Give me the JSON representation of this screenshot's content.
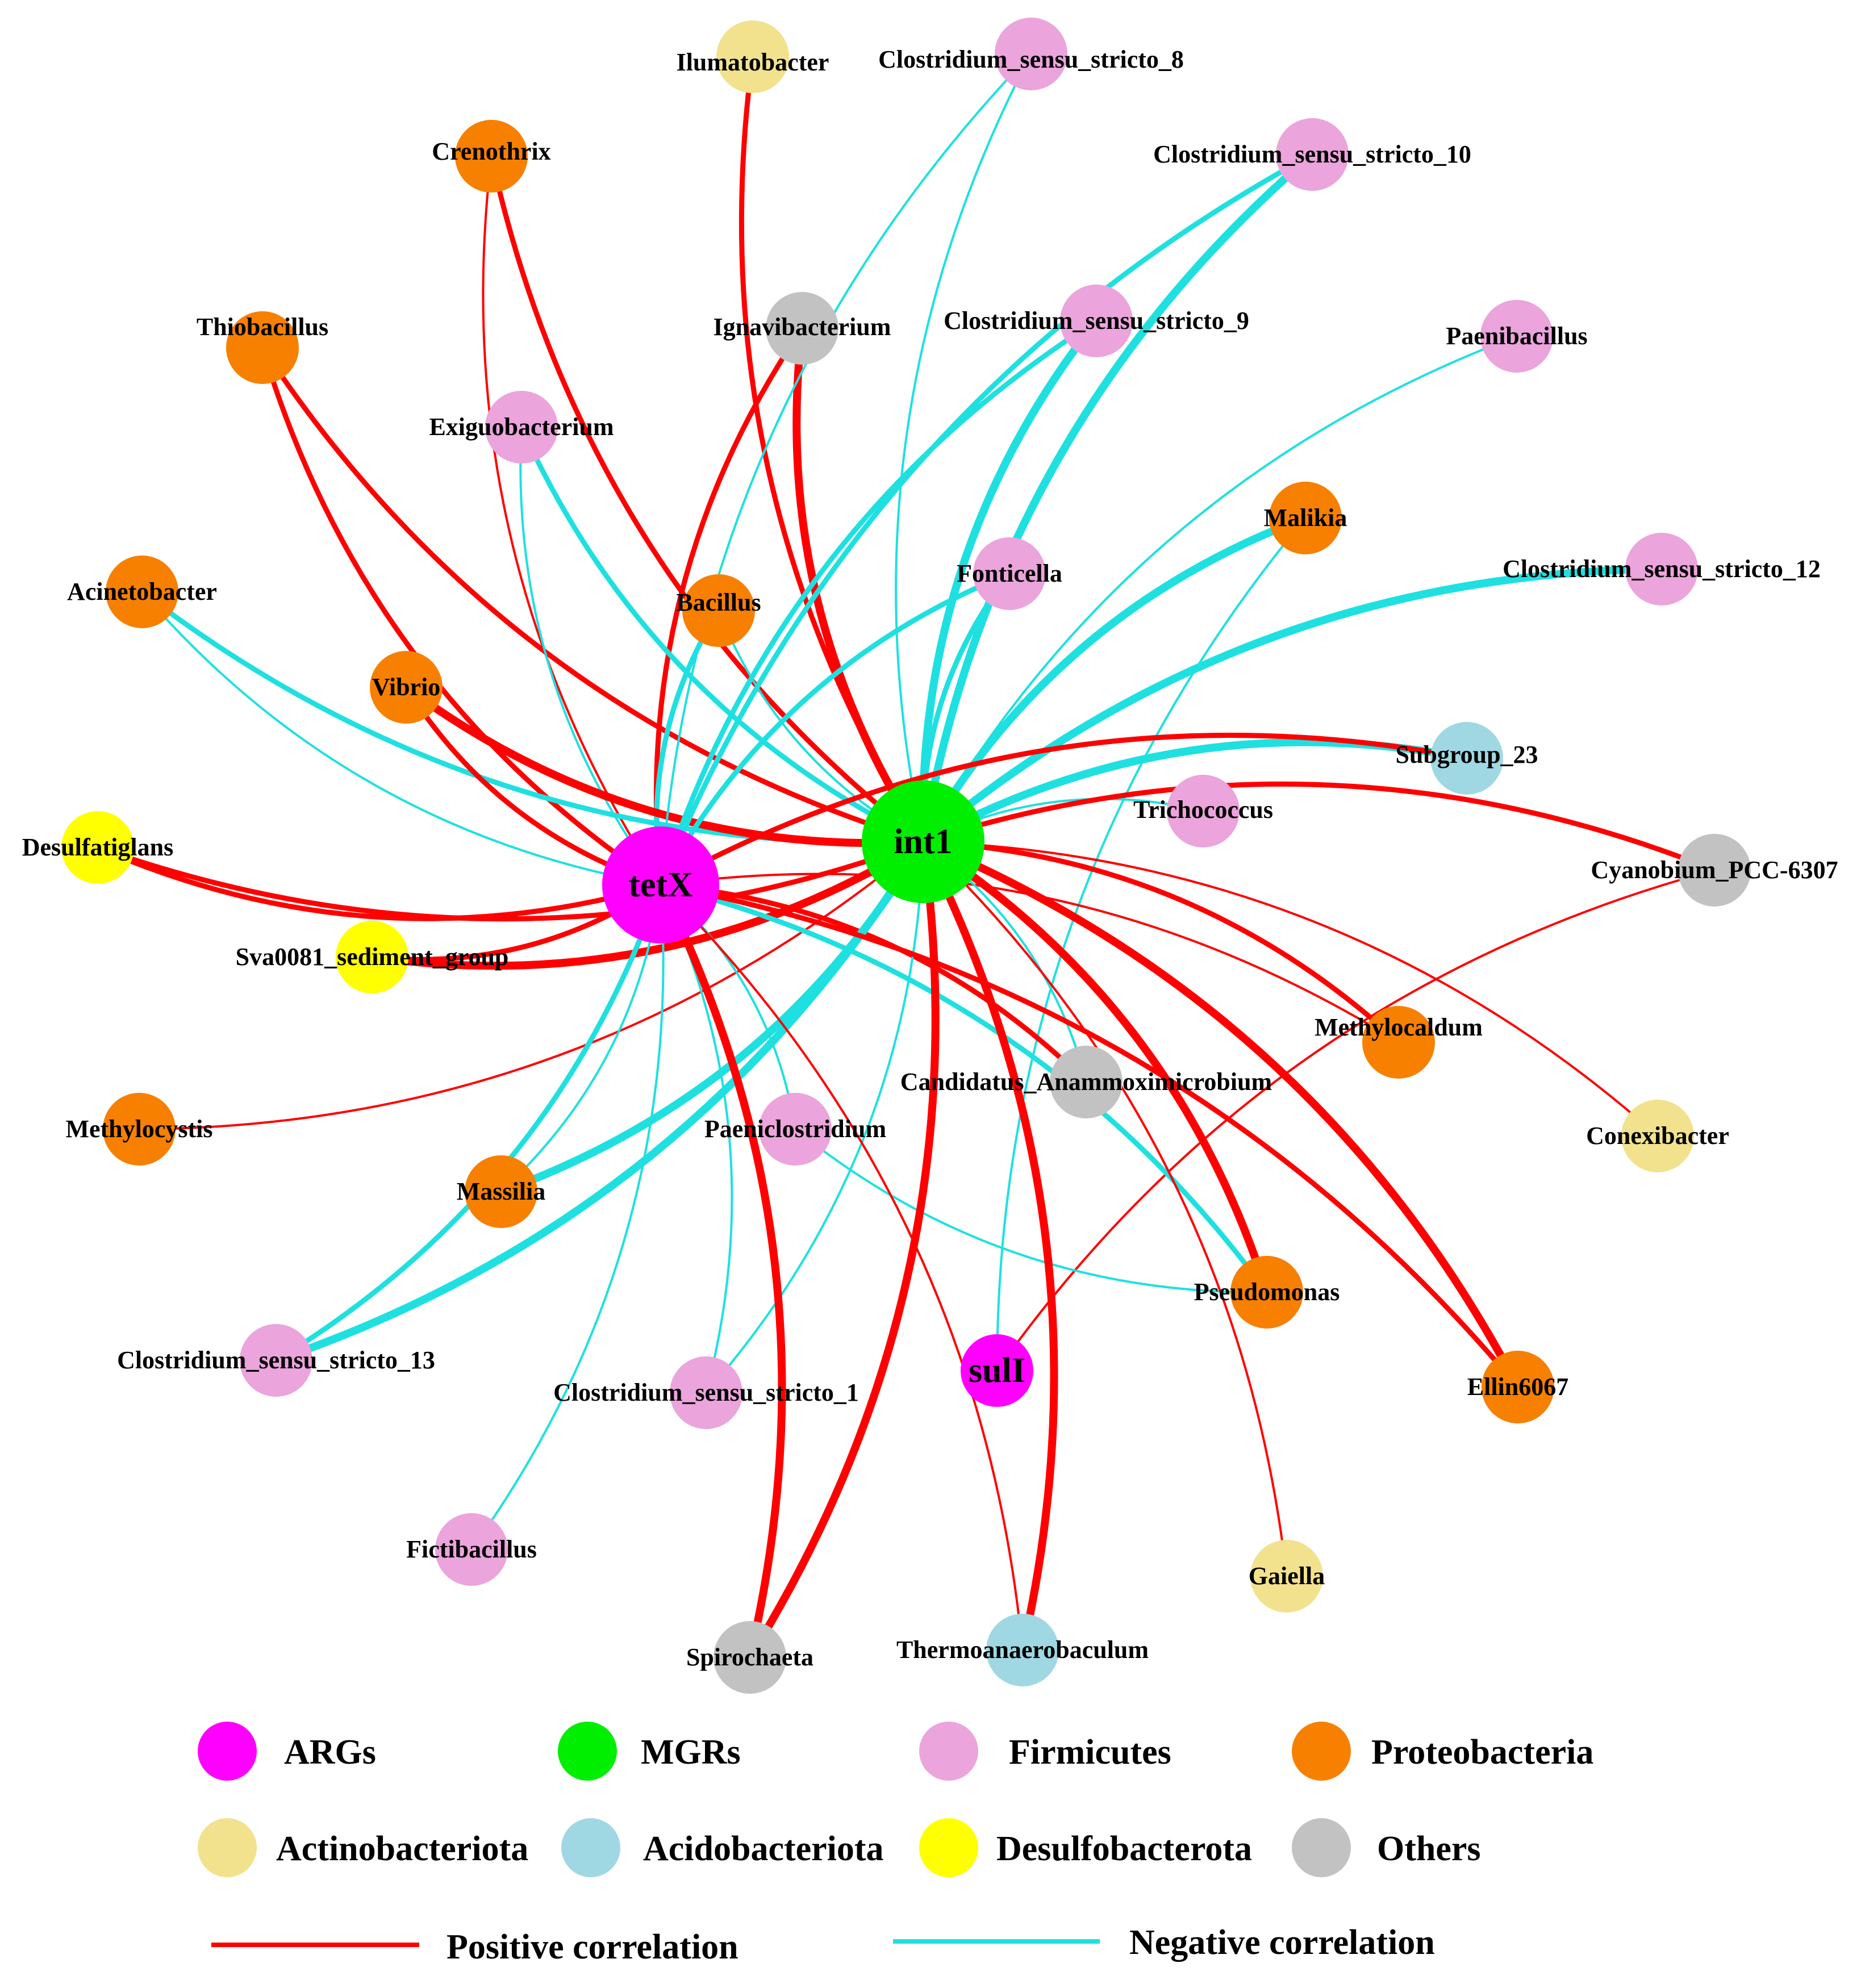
{
  "colors": {
    "ARGs": "#ff00ff",
    "MGRs": "#00ee00",
    "Firmicutes": "#eba4dc",
    "Proteobacteria": "#f78000",
    "Actinobacteriota": "#f2e28e",
    "Acidobacteriota": "#9fd8e3",
    "Desulfobacterota": "#ffff00",
    "Others": "#c2c2c2",
    "positive": "#ff0000",
    "negative": "#1fe0e0"
  },
  "nodes": [
    {
      "id": "tetX",
      "label": "tetX",
      "group": "ARGs"
    },
    {
      "id": "int1",
      "label": "int1",
      "group": "MGRs"
    },
    {
      "id": "sulI",
      "label": "sulI",
      "group": "ARGs"
    },
    {
      "id": "ilumatobacter",
      "label": "Ilumatobacter",
      "group": "Actinobacteriota"
    },
    {
      "id": "cs8",
      "label": "Clostridium_sensu_stricto_8",
      "group": "Firmicutes"
    },
    {
      "id": "crenothrix",
      "label": "Crenothrix",
      "group": "Proteobacteria"
    },
    {
      "id": "cs10",
      "label": "Clostridium_sensu_stricto_10",
      "group": "Firmicutes"
    },
    {
      "id": "thiobacillus",
      "label": "Thiobacillus",
      "group": "Proteobacteria"
    },
    {
      "id": "ignavibacterium",
      "label": "Ignavibacterium",
      "group": "Others"
    },
    {
      "id": "cs9",
      "label": "Clostridium_sensu_stricto_9",
      "group": "Firmicutes"
    },
    {
      "id": "paenibacillus",
      "label": "Paenibacillus",
      "group": "Firmicutes"
    },
    {
      "id": "exiguobacterium",
      "label": "Exiguobacterium",
      "group": "Firmicutes"
    },
    {
      "id": "malikia",
      "label": "Malikia",
      "group": "Proteobacteria"
    },
    {
      "id": "acinetobacter",
      "label": "Acinetobacter",
      "group": "Proteobacteria"
    },
    {
      "id": "bacillus",
      "label": "Bacillus",
      "group": "Proteobacteria"
    },
    {
      "id": "fonticella",
      "label": "Fonticella",
      "group": "Firmicutes"
    },
    {
      "id": "cs12",
      "label": "Clostridium_sensu_stricto_12",
      "group": "Firmicutes"
    },
    {
      "id": "vibrio",
      "label": "Vibrio",
      "group": "Proteobacteria"
    },
    {
      "id": "subgroup23",
      "label": "Subgroup_23",
      "group": "Acidobacteriota"
    },
    {
      "id": "desulfatiglans",
      "label": "Desulfatiglans",
      "group": "Desulfobacterota"
    },
    {
      "id": "trichococcus",
      "label": "Trichococcus",
      "group": "Firmicutes"
    },
    {
      "id": "cyanobium",
      "label": "Cyanobium_PCC-6307",
      "group": "Others"
    },
    {
      "id": "sva0081",
      "label": "Sva0081_sediment_group",
      "group": "Desulfobacterota"
    },
    {
      "id": "methylocaldum",
      "label": "Methylocaldum",
      "group": "Proteobacteria"
    },
    {
      "id": "candidatus",
      "label": "Candidatus_Anammoximicrobium",
      "group": "Others"
    },
    {
      "id": "methylocystis",
      "label": "Methylocystis",
      "group": "Proteobacteria"
    },
    {
      "id": "paeniclostridium",
      "label": "Paeniclostridium",
      "group": "Firmicutes"
    },
    {
      "id": "conexibacter",
      "label": "Conexibacter",
      "group": "Actinobacteriota"
    },
    {
      "id": "massilia",
      "label": "Massilia",
      "group": "Proteobacteria"
    },
    {
      "id": "pseudomonas",
      "label": "Pseudomonas",
      "group": "Proteobacteria"
    },
    {
      "id": "cs13",
      "label": "Clostridium_sensu_stricto_13",
      "group": "Firmicutes"
    },
    {
      "id": "cs1",
      "label": "Clostridium_sensu_stricto_1",
      "group": "Firmicutes"
    },
    {
      "id": "ellin6067",
      "label": "Ellin6067",
      "group": "Proteobacteria"
    },
    {
      "id": "fictibacillus",
      "label": "Fictibacillus",
      "group": "Firmicutes"
    },
    {
      "id": "gaiella",
      "label": "Gaiella",
      "group": "Actinobacteriota"
    },
    {
      "id": "spirochaeta",
      "label": "Spirochaeta",
      "group": "Others"
    },
    {
      "id": "thermoanaerobaculum",
      "label": "Thermoanaerobaculum",
      "group": "Acidobacteriota"
    }
  ],
  "edges": [
    {
      "source": "ilumatobacter",
      "target": "int1",
      "sign": "positive",
      "weight": 3
    },
    {
      "source": "crenothrix",
      "target": "int1",
      "sign": "positive",
      "weight": 3
    },
    {
      "source": "crenothrix",
      "target": "tetX",
      "sign": "positive",
      "weight": 1
    },
    {
      "source": "thiobacillus",
      "target": "tetX",
      "sign": "positive",
      "weight": 3
    },
    {
      "source": "thiobacillus",
      "target": "int1",
      "sign": "positive",
      "weight": 3
    },
    {
      "source": "ignavibacterium",
      "target": "int1",
      "sign": "positive",
      "weight": 4
    },
    {
      "source": "ignavibacterium",
      "target": "tetX",
      "sign": "positive",
      "weight": 3
    },
    {
      "source": "exiguobacterium",
      "target": "int1",
      "sign": "negative",
      "weight": 3
    },
    {
      "source": "exiguobacterium",
      "target": "tetX",
      "sign": "negative",
      "weight": 1
    },
    {
      "source": "acinetobacter",
      "target": "int1",
      "sign": "negative",
      "weight": 3
    },
    {
      "source": "acinetobacter",
      "target": "tetX",
      "sign": "negative",
      "weight": 1
    },
    {
      "source": "bacillus",
      "target": "tetX",
      "sign": "negative",
      "weight": 3
    },
    {
      "source": "bacillus",
      "target": "int1",
      "sign": "negative",
      "weight": 1
    },
    {
      "source": "vibrio",
      "target": "int1",
      "sign": "positive",
      "weight": 4
    },
    {
      "source": "vibrio",
      "target": "tetX",
      "sign": "positive",
      "weight": 3
    },
    {
      "source": "desulfatiglans",
      "target": "int1",
      "sign": "positive",
      "weight": 3
    },
    {
      "source": "desulfatiglans",
      "target": "tetX",
      "sign": "positive",
      "weight": 3
    },
    {
      "source": "sva0081",
      "target": "int1",
      "sign": "positive",
      "weight": 4
    },
    {
      "source": "sva0081",
      "target": "tetX",
      "sign": "positive",
      "weight": 3
    },
    {
      "source": "methylocystis",
      "target": "int1",
      "sign": "positive",
      "weight": 1
    },
    {
      "source": "cs8",
      "target": "int1",
      "sign": "negative",
      "weight": 1
    },
    {
      "source": "cs8",
      "target": "tetX",
      "sign": "negative",
      "weight": 1
    },
    {
      "source": "cs10",
      "target": "int1",
      "sign": "negative",
      "weight": 4
    },
    {
      "source": "cs10",
      "target": "tetX",
      "sign": "negative",
      "weight": 3
    },
    {
      "source": "cs9",
      "target": "int1",
      "sign": "negative",
      "weight": 4
    },
    {
      "source": "cs9",
      "target": "tetX",
      "sign": "negative",
      "weight": 3
    },
    {
      "source": "paenibacillus",
      "target": "int1",
      "sign": "negative",
      "weight": 1
    },
    {
      "source": "fonticella",
      "target": "int1",
      "sign": "negative",
      "weight": 3
    },
    {
      "source": "fonticella",
      "target": "tetX",
      "sign": "negative",
      "weight": 3
    },
    {
      "source": "malikia",
      "target": "int1",
      "sign": "negative",
      "weight": 4
    },
    {
      "source": "malikia",
      "target": "sulI",
      "sign": "negative",
      "weight": 1
    },
    {
      "source": "cs12",
      "target": "int1",
      "sign": "negative",
      "weight": 4
    },
    {
      "source": "subgroup23",
      "target": "int1",
      "sign": "negative",
      "weight": 4
    },
    {
      "source": "subgroup23",
      "target": "tetX",
      "sign": "negative",
      "weight": 3
    },
    {
      "source": "subgroup23",
      "target": "tetX",
      "sign": "positive",
      "weight": 3
    },
    {
      "source": "trichococcus",
      "target": "int1",
      "sign": "negative",
      "weight": 1
    },
    {
      "source": "cyanobium",
      "target": "int1",
      "sign": "positive",
      "weight": 3
    },
    {
      "source": "cyanobium",
      "target": "sulI",
      "sign": "positive",
      "weight": 1
    },
    {
      "source": "methylocaldum",
      "target": "int1",
      "sign": "positive",
      "weight": 3
    },
    {
      "source": "methylocaldum",
      "target": "tetX",
      "sign": "positive",
      "weight": 1
    },
    {
      "source": "candidatus",
      "target": "tetX",
      "sign": "positive",
      "weight": 3
    },
    {
      "source": "candidatus",
      "target": "int1",
      "sign": "negative",
      "weight": 1
    },
    {
      "source": "conexibacter",
      "target": "int1",
      "sign": "positive",
      "weight": 1
    },
    {
      "source": "paeniclostridium",
      "target": "tetX",
      "sign": "negative",
      "weight": 1
    },
    {
      "source": "paeniclostridium",
      "target": "pseudomonas",
      "sign": "negative",
      "weight": 1
    },
    {
      "source": "massilia",
      "target": "int1",
      "sign": "negative",
      "weight": 4
    },
    {
      "source": "massilia",
      "target": "tetX",
      "sign": "negative",
      "weight": 1
    },
    {
      "source": "pseudomonas",
      "target": "int1",
      "sign": "positive",
      "weight": 4
    },
    {
      "source": "pseudomonas",
      "target": "tetX",
      "sign": "negative",
      "weight": 3
    },
    {
      "source": "cs13",
      "target": "int1",
      "sign": "negative",
      "weight": 4
    },
    {
      "source": "cs13",
      "target": "tetX",
      "sign": "negative",
      "weight": 3
    },
    {
      "source": "cs1",
      "target": "int1",
      "sign": "negative",
      "weight": 1
    },
    {
      "source": "cs1",
      "target": "tetX",
      "sign": "negative",
      "weight": 1
    },
    {
      "source": "ellin6067",
      "target": "int1",
      "sign": "positive",
      "weight": 4
    },
    {
      "source": "ellin6067",
      "target": "tetX",
      "sign": "positive",
      "weight": 3
    },
    {
      "source": "fictibacillus",
      "target": "tetX",
      "sign": "negative",
      "weight": 1
    },
    {
      "source": "gaiella",
      "target": "int1",
      "sign": "positive",
      "weight": 1
    },
    {
      "source": "spirochaeta",
      "target": "int1",
      "sign": "positive",
      "weight": 4
    },
    {
      "source": "spirochaeta",
      "target": "tetX",
      "sign": "positive",
      "weight": 4
    },
    {
      "source": "thermoanaerobaculum",
      "target": "int1",
      "sign": "positive",
      "weight": 4
    },
    {
      "source": "thermoanaerobaculum",
      "target": "tetX",
      "sign": "positive",
      "weight": 1
    }
  ],
  "legend": {
    "groups": [
      {
        "key": "ARGs",
        "label": "ARGs"
      },
      {
        "key": "MGRs",
        "label": "MGRs"
      },
      {
        "key": "Firmicutes",
        "label": "Firmicutes"
      },
      {
        "key": "Proteobacteria",
        "label": "Proteobacteria"
      },
      {
        "key": "Actinobacteriota",
        "label": "Actinobacteriota"
      },
      {
        "key": "Acidobacteriota",
        "label": "Acidobacteriota"
      },
      {
        "key": "Desulfobacterota",
        "label": "Desulfobacterota"
      },
      {
        "key": "Others",
        "label": "Others"
      }
    ],
    "positive_label": "Positive correlation",
    "negative_label": "Negative correlation"
  }
}
